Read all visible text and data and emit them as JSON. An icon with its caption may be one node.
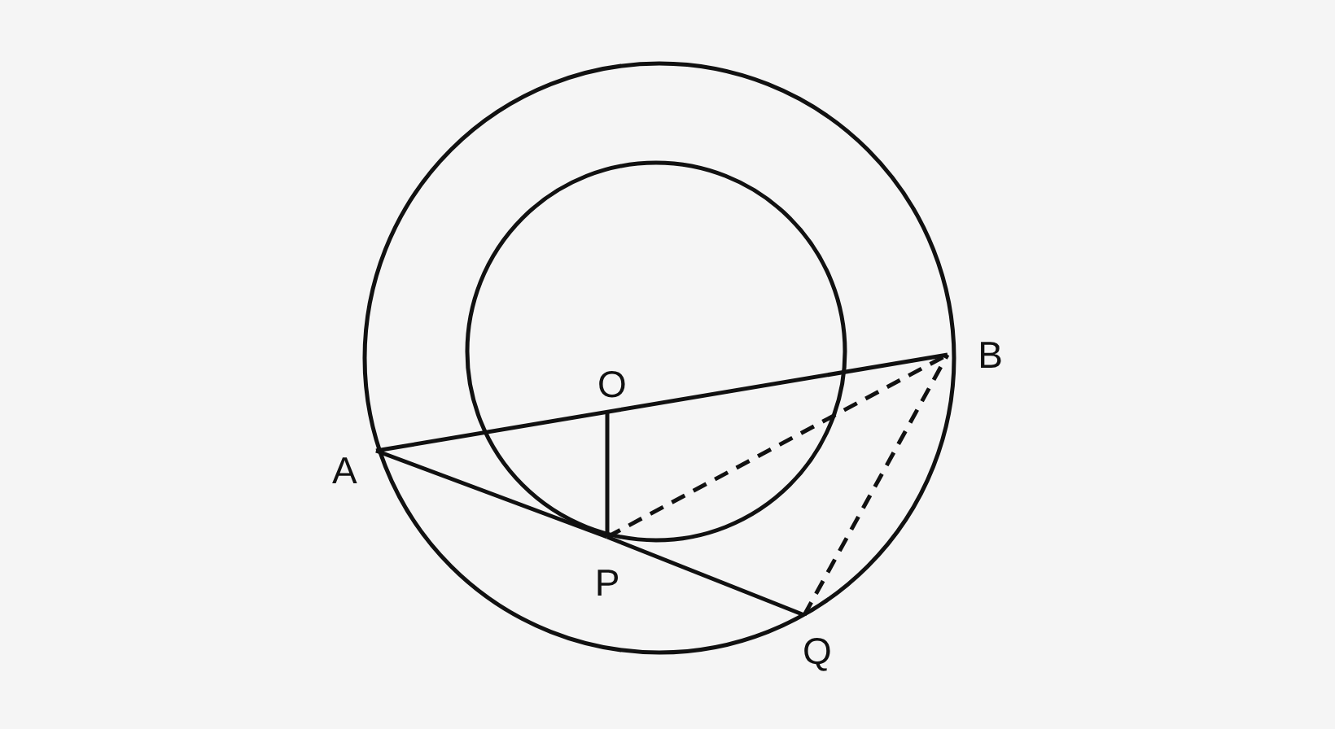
{
  "diagram": {
    "nodes": [
      {
        "text": [
          "A"
        ]
      },
      {
        "text": [
          "B"
        ]
      },
      {
        "text": [
          "O"
        ]
      },
      {
        "text": [
          "P"
        ]
      },
      {
        "text": [
          "Q"
        ]
      }
    ],
    "edges": [
      {
        "from": 0,
        "to": 1,
        "arrow": "none"
      },
      {
        "from": 2,
        "to": 3,
        "arrow": "none"
      },
      {
        "from": 0,
        "to": 3,
        "arrow": "none"
      },
      {
        "from": 3,
        "to": 4,
        "arrow": "none"
      },
      {
        "from": 3,
        "to": 1,
        "arrow": "none",
        "style": "dashed"
      },
      {
        "from": 4,
        "to": 1,
        "arrow": "none",
        "style": "dashed"
      }
    ]
  }
}
